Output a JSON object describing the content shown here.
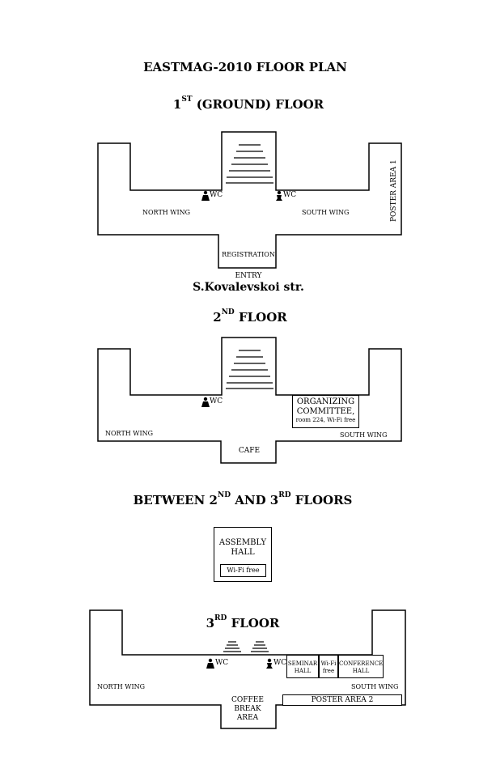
{
  "title": "EASTMAG-2010 FLOOR PLAN",
  "floor1": {
    "title_main": "1",
    "title_sup": "ST",
    "title_rest": " (GROUND) FLOOR",
    "north_wing": "NORTH WING",
    "south_wing": "SOUTH WING",
    "poster_area": "POSTER AREA 1",
    "wc_north": "WC",
    "wc_south": "WC",
    "registration": "REGISTRATION",
    "entry": "ENTRY",
    "street": "S.Kovalevskoi str."
  },
  "floor2": {
    "title_main": "2",
    "title_sup": "ND",
    "title_rest": " FLOOR",
    "north_wing": "NORTH WING",
    "south_wing": "SOUTH WING",
    "wc": "WC",
    "committee_line1": "ORGANIZING",
    "committee_line2": "COMMITTEE,",
    "committee_line3": "room 224,  Wi-Fi free",
    "cafe": "CAFE"
  },
  "between": {
    "t1": "BETWEEN 2",
    "sup1": "ND",
    "t2": " AND 3",
    "sup2": "RD",
    "t3": " FLOORS",
    "assembly_line1": "ASSEMBLY",
    "assembly_line2": "HALL",
    "wifi": "Wi-Fi   free"
  },
  "floor3": {
    "title_main": "3",
    "title_sup": "RD",
    "title_rest": " FLOOR",
    "north_wing": "NORTH WING",
    "south_wing": "SOUTH WING",
    "wc_north": "WC",
    "wc_south": "WC",
    "seminar_line1": "SEMINAR",
    "seminar_line2": "HALL",
    "wifi_line1": "Wi-Fi",
    "wifi_line2": "free",
    "conference_line1": "CONFERENCE",
    "conference_line2": "HALL",
    "coffee_line1": "COFFEE",
    "coffee_line2": "BREAK",
    "coffee_line3": "AREA",
    "poster_area": "POSTER AREA 2"
  },
  "icons": [
    "person-icon",
    "stairs-icon"
  ]
}
